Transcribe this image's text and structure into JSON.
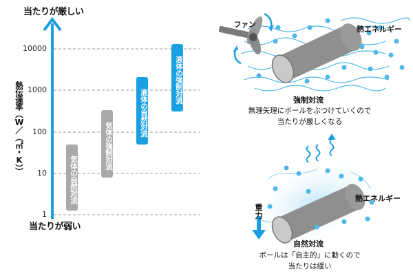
{
  "left_diagram": {
    "axis_top": "当たりが厳しい",
    "axis_bottom": "当たりが弱い",
    "y_label": "熱伝達率（W／（㎡・K））",
    "ticks": [
      "10000",
      "1000",
      "100",
      "10",
      "1"
    ],
    "bars": [
      {
        "label": "気体の自然対流",
        "color": "gray"
      },
      {
        "label": "気体の強制対流",
        "color": "gray"
      },
      {
        "label": "液体の自然対流",
        "color": "blue"
      },
      {
        "label": "液体の強制対流",
        "color": "blue"
      }
    ]
  },
  "forced": {
    "fan_label": "ファン",
    "energy_label": "熱エネルギー",
    "title": "強制対流",
    "caption_line1": "無理矢理にボールをぶつけていくので",
    "caption_line2": "当たりが厳しくなる"
  },
  "natural": {
    "gravity_label": "重力",
    "energy_label": "熱エネルギー",
    "title": "自然対流",
    "caption_line1": "ボールは「自主的」に動くので",
    "caption_line2": "当たりは緩い"
  },
  "colors": {
    "accent_blue": "#1a9fe3",
    "gray_bar": "#a9a9a9",
    "cylinder": "#8f8f8f"
  }
}
